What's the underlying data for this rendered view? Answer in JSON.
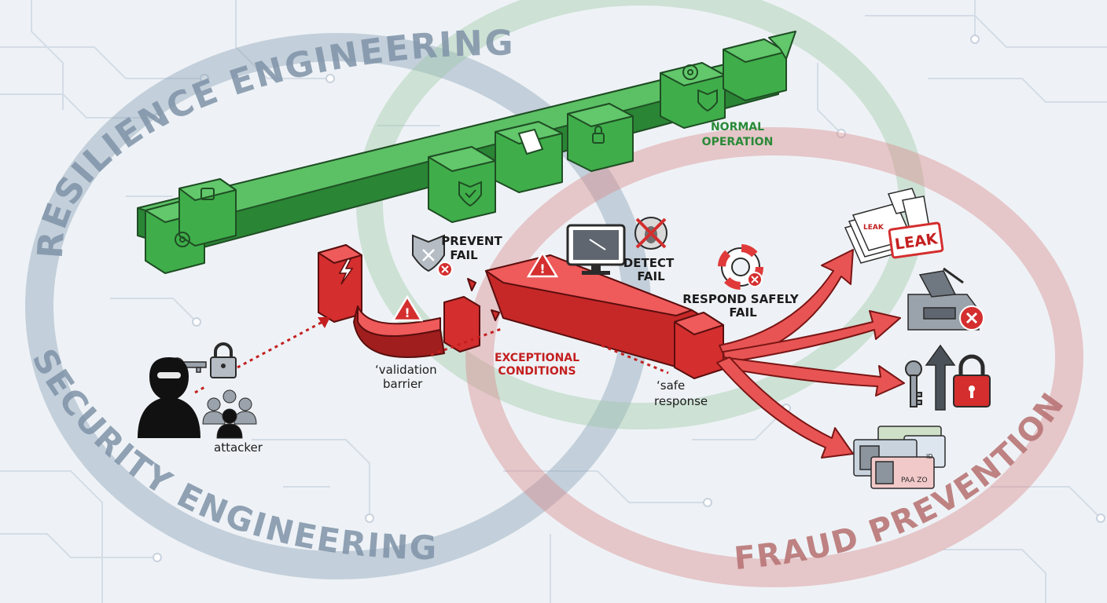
{
  "rings": {
    "resilience": "RESILIENCE ENGINEERING",
    "security": "SECURITY ENGINEERING",
    "fraud": "FRAUD PREVENTION"
  },
  "labels": {
    "normal_operation_1": "NORMAL",
    "normal_operation_2": "OPERATION",
    "prevent_fail_1": "PREVENT",
    "prevent_fail_2": "FAIL",
    "detect_fail_1": "DETECT",
    "detect_fail_2": "FAIL",
    "respond_safely_1": "RESPOND SAFELY",
    "respond_safely_2": "FAIL",
    "validation_barrier_1": "‘validation",
    "validation_barrier_2": "barrier",
    "exceptional_conditions_1": "EXCEPTIONAL",
    "exceptional_conditions_2": "CONDITIONS",
    "safe_response_1": "‘safe",
    "safe_response_2": "response",
    "attacker": "attacker",
    "leak": "LEAK",
    "leak_small": "LEAK",
    "id_code_1": "ID",
    "id_code_2": "PAA ZO"
  },
  "colors": {
    "background": "#eef2f6",
    "circuit": "#d4dce6",
    "ring_blue": "#8fa4b8",
    "ring_green": "#9cc9a6",
    "ring_red": "#d98a8a",
    "green_block": "#3fae4a",
    "green_block_light": "#62c86b",
    "green_block_dark": "#2a8535",
    "red_block": "#d42e2e",
    "red_block_light": "#ef5a5a",
    "red_block_dark": "#a01e1e",
    "arrow_red": "#e85454",
    "text_green": "#2a8a38",
    "text_red": "#c41f1f",
    "text_dark": "#1c1c1c"
  },
  "icons": [
    "gear-icon",
    "circuit-chip-icon",
    "document-icon",
    "lock-icon",
    "shield-check-icon",
    "lightning-icon",
    "warning-icon",
    "shield-x-icon",
    "monitor-icon",
    "bug-crossed-icon",
    "lifebuoy-icon",
    "key-icon",
    "padlock-icon",
    "hacker-icon",
    "group-icon",
    "paper-stack-icon",
    "broken-machine-icon",
    "up-arrow-icon",
    "id-card-icon"
  ]
}
